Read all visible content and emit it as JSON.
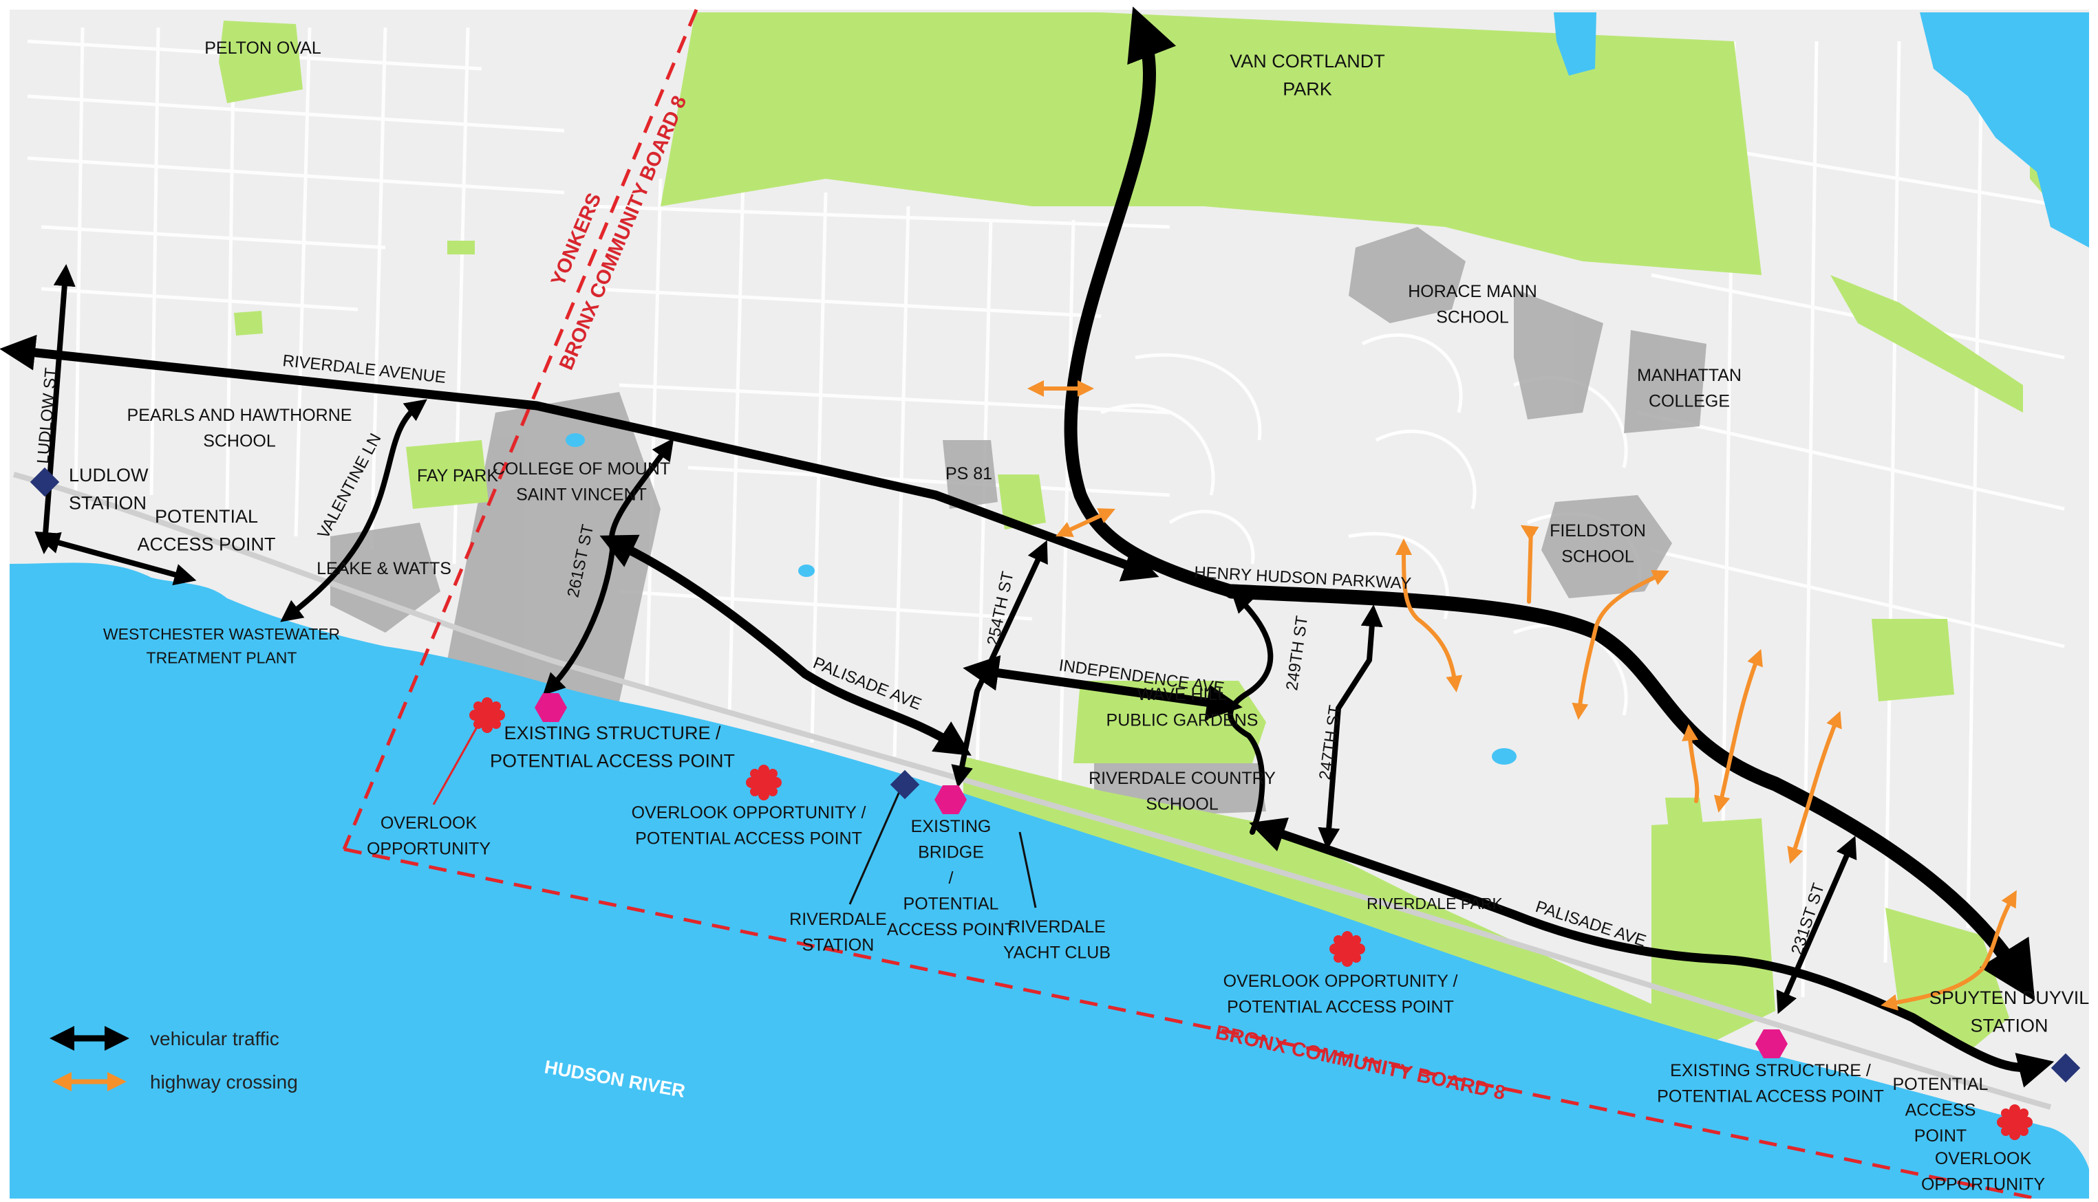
{
  "colors": {
    "land": "#eeeeee",
    "park": "#b9e673",
    "water": "#45c3f5",
    "campus": "#a9a9a9",
    "vehicular": "#000000",
    "highway_crossing": "#f5902b",
    "boundary": "#e3262a",
    "overlook": "#e8262d",
    "structure": "#e6198a",
    "station": "#263577"
  },
  "parks": {
    "pelton": "PELTON OVAL",
    "van_cortlandt": "VAN CORTLANDT PARK",
    "fay": "FAY PARK",
    "wave_hill": "WAVE HILL PUBLIC GARDENS",
    "riverdale_park": "RIVERDALE PARK"
  },
  "institutions": {
    "pearls": "PEARLS AND HAWTHORNE SCHOOL",
    "leake": "LEAKE & WATTS",
    "mount_saint_vincent": "COLLEGE OF MOUNT SAINT VINCENT",
    "ps81": "PS 81",
    "horace_mann": "HORACE MANN SCHOOL",
    "manhattan_college": "MANHATTAN COLLEGE",
    "fieldston": "FIELDSTON SCHOOL",
    "riverdale_country": "RIVERDALE COUNTRY SCHOOL",
    "wastewater": "WESTCHESTER WASTEWATER TREATMENT PLANT",
    "yacht_club": "RIVERDALE YACHT CLUB"
  },
  "roads": {
    "riverdale_avenue": "RIVERDALE AVENUE",
    "henry_hudson": "HENRY HUDSON PARKWAY",
    "palisade_west": "PALISADE AVE",
    "palisade_east": "PALISADE AVE",
    "independence": "INDEPENDENCE AVE",
    "ludlow_st": "LUDLOW ST",
    "valentine_ln": "VALENTINE LN",
    "st_261": "261ST ST",
    "st_254": "254TH ST",
    "st_249": "249TH ST",
    "st_247": "247TH ST",
    "st_231": "231ST ST"
  },
  "stations": {
    "ludlow": "LUDLOW STATION",
    "riverdale": "RIVERDALE STATION",
    "spuyten_duyvil": "SPUYTEN DUYVIL STATION"
  },
  "points": {
    "ludlow_access": "POTENTIAL ACCESS POINT",
    "structure_west": "EXISTING STRUCTURE / POTENTIAL ACCESS POINT",
    "overlook_west": "OVERLOOK OPPORTUNITY",
    "overlook_mid": "OVERLOOK OPPORTUNITY / POTENTIAL ACCESS POINT",
    "existing_bridge": "EXISTING BRIDGE / POTENTIAL ACCESS POINT",
    "overlook_park": "OVERLOOK OPPORTUNITY / POTENTIAL ACCESS POINT",
    "structure_east": "EXISTING STRUCTURE / POTENTIAL ACCESS POINT",
    "spuyten_access": "POTENTIAL ACCESS POINT",
    "overlook_east": "OVERLOOK OPPORTUNITY"
  },
  "boundaries": {
    "yonkers": "YONKERS",
    "bronx_cb8_vertical": "BRONX COMMUNITY BOARD 8",
    "bronx_cb8_river": "BRONX COMMUNITY BOARD 8"
  },
  "water": {
    "hudson": "HUDSON RIVER"
  },
  "legend": {
    "vehicular": "vehicular traffic",
    "highway_crossing": "highway crossing"
  }
}
